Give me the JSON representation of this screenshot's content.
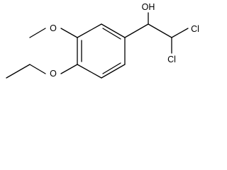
{
  "molecule": {
    "atoms": {
      "hydroxyl": "OH",
      "methoxy_oxygen": "O",
      "ethoxy_oxygen": "O",
      "chlorine_upper": "Cl",
      "chlorine_lower": "Cl"
    }
  },
  "colors": {
    "bond": "#000000",
    "label": "#000000",
    "background": "#ffffff"
  }
}
